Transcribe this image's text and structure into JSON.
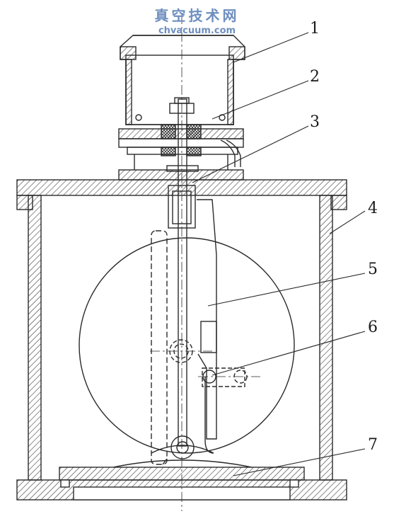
{
  "watermark": {
    "site_name_cn": "真空技术网",
    "site_url": "chvacuum.com"
  },
  "callouts": [
    {
      "id": "1",
      "label": "1"
    },
    {
      "id": "2",
      "label": "2"
    },
    {
      "id": "3",
      "label": "3"
    },
    {
      "id": "4",
      "label": "4"
    },
    {
      "id": "5",
      "label": "5"
    },
    {
      "id": "6",
      "label": "6"
    },
    {
      "id": "7",
      "label": "7"
    }
  ],
  "colors": {
    "line": "#2a2a2a",
    "watermark": "#6e8fbf"
  }
}
